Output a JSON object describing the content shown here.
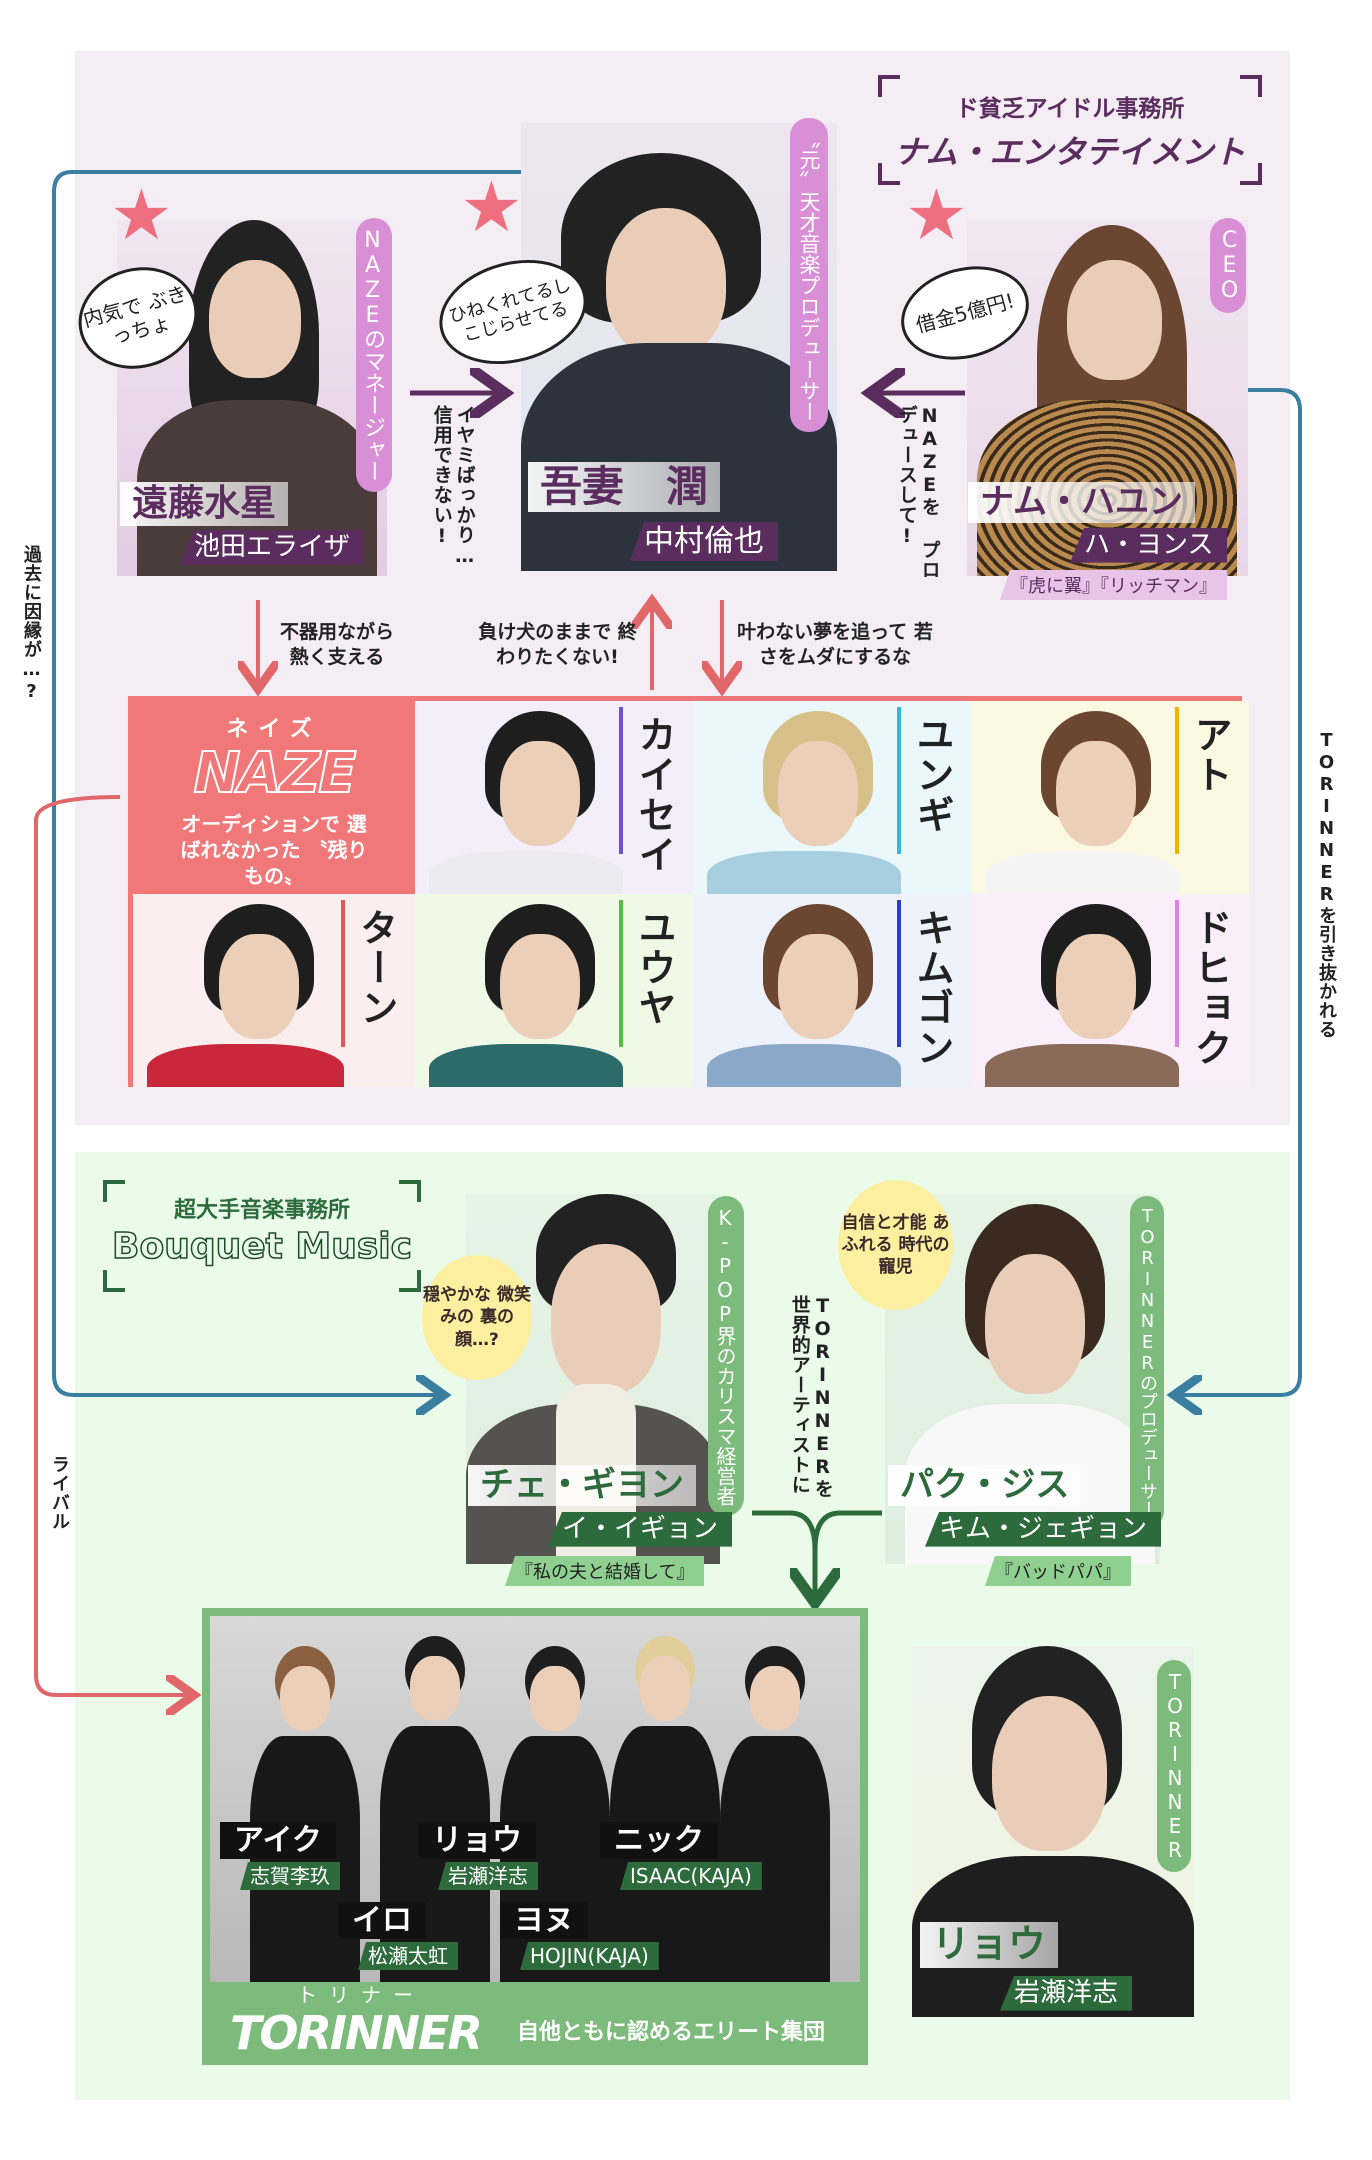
{
  "colors": {
    "pink_bg": "#f4edf4",
    "green_bg": "#eafbea",
    "purple": "#5a2d5e",
    "pink_label": "#d98fd6",
    "red": "#e0676a",
    "naze_red": "#f07878",
    "blue_line": "#3b7fa0",
    "dark_green": "#2e6b3c",
    "green_label": "#7dbb7d"
  },
  "nam_ent": {
    "subtitle": "ド貧乏アイドル事務所",
    "title": "ナム・エンタテイメント"
  },
  "bouquet": {
    "subtitle": "超大手音楽事務所",
    "title": "Bouquet Music"
  },
  "characters": {
    "endo": {
      "role": "NAZEのマネージャー",
      "name": "遠藤水星",
      "actor": "池田エライザ",
      "speech": "内気で ぶきっちょ"
    },
    "agatsuma": {
      "role": "〝元〟天才音楽プロデューサー",
      "name": "吾妻　潤",
      "actor": "中村倫也",
      "speech": "ひねくれてるし こじらせてる"
    },
    "nam": {
      "role": "CEO",
      "name": "ナム・ハユン",
      "actor": "ハ・ヨンス",
      "works": "『虎に翼』『リッチマン』",
      "speech": "借金5億円!"
    },
    "choi": {
      "role": "K-POP界のカリスマ経営者",
      "name": "チェ・ギヨン",
      "actor": "イ・イギョン",
      "works": "『私の夫と結婚して』",
      "bubble": "穏やかな 微笑みの 裏の顔…?"
    },
    "park": {
      "role": "TORINNERのプロデューサー",
      "name": "パク・ジス",
      "actor": "キム・ジェギョン",
      "works": "『バッドパパ』",
      "bubble": "自信と才能 あふれる 時代の寵児"
    },
    "ryo": {
      "role": "TORINNER",
      "name": "リョウ",
      "actor": "岩瀬洋志"
    }
  },
  "relations": {
    "endo_to_agatsuma": "イヤミばっかり… 信用できない!",
    "nam_to_agatsuma": "NAZEを プロデュースして!",
    "endo_to_naze": "不器用ながら 熱く支える",
    "naze_to_agatsuma": "負け犬のままで 終わりたくない!",
    "agatsuma_to_naze": "叶わない夢を追って 若さをムダにするな",
    "endo_choi": "過去に因縁が…?",
    "nam_park": "TORINNERを引き抜かれる",
    "rival": "ライバル",
    "to_torinner": "TORINNERを 世界的アーティストに"
  },
  "naze": {
    "kana": "ネイズ",
    "logo": "NAZE",
    "desc": "オーディションで 選ばれなかった 〝残りもの〟",
    "members": [
      {
        "name": "カイセイ",
        "color": "#6f4fd6"
      },
      {
        "name": "ユンギ",
        "color": "#35b6e0"
      },
      {
        "name": "アト",
        "color": "#f0b400"
      },
      {
        "name": "ターン",
        "color": "#e05a5a"
      },
      {
        "name": "ユウヤ",
        "color": "#55c040"
      },
      {
        "name": "キムゴン",
        "color": "#2a3fc8"
      },
      {
        "name": "ドヒョク",
        "color": "#e080e0"
      }
    ]
  },
  "torinner": {
    "kana": "トリナー",
    "logo": "TORINNER",
    "desc": "自他ともに認めるエリート集団",
    "members": [
      {
        "name": "アイク",
        "actor": "志賀李玖"
      },
      {
        "name": "イロ",
        "actor": "松瀬太虹"
      },
      {
        "name": "リョウ",
        "actor": "岩瀬洋志"
      },
      {
        "name": "ヨヌ",
        "actor": "HOJIN(KAJA)"
      },
      {
        "name": "ニック",
        "actor": "ISAAC(KAJA)"
      }
    ]
  }
}
